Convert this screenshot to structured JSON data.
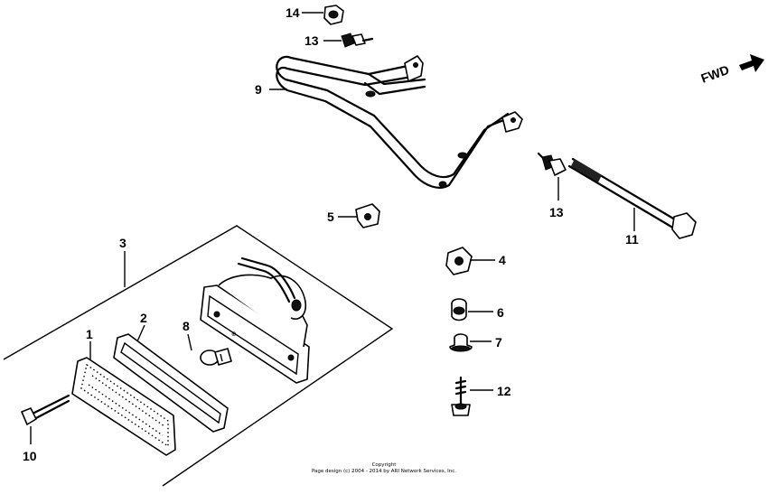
{
  "callouts": {
    "c1": "1",
    "c2": "2",
    "c3": "3",
    "c4": "4",
    "c5": "5",
    "c6": "6",
    "c7": "7",
    "c8": "8",
    "c9": "9",
    "c10": "10",
    "c11": "11",
    "c12": "12",
    "c13a": "13",
    "c13b": "13",
    "c14": "14"
  },
  "direction_label": "FWD",
  "copyright": {
    "line1": "Copyright",
    "line2": "Page design (c) 2004 - 2014 by ARI Network Services, Inc."
  }
}
